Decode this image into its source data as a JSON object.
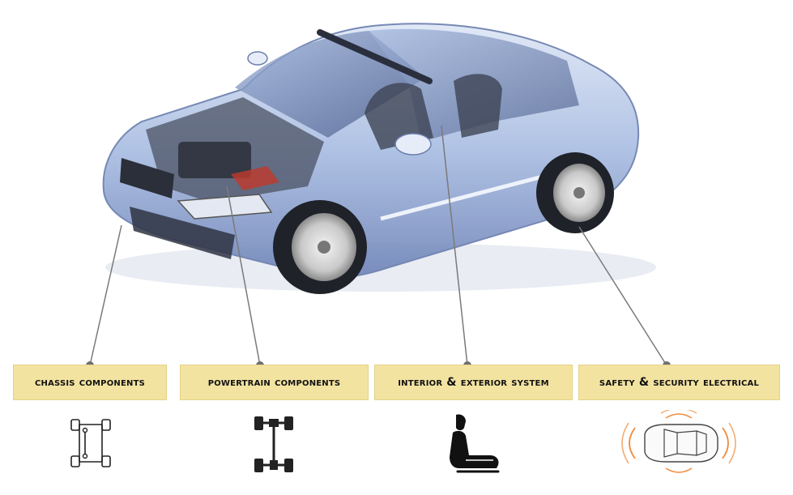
{
  "categories": [
    {
      "id": "chassis",
      "label": "Chassis Components",
      "icon": "chassis-frame-icon"
    },
    {
      "id": "powertrain",
      "label": "Powertrain Components",
      "icon": "powertrain-axle-icon"
    },
    {
      "id": "interior",
      "label": "Interior & Exterior System",
      "icon": "car-seat-icon"
    },
    {
      "id": "safety",
      "label": "Safety & Security Electrical",
      "icon": "car-sensor-waves-icon"
    }
  ],
  "colors": {
    "label_background": "#f3e3a1",
    "leader_line": "#7a7a7a",
    "car_body": "#b9c8e6",
    "sensor_waves": "#f08a3c"
  }
}
